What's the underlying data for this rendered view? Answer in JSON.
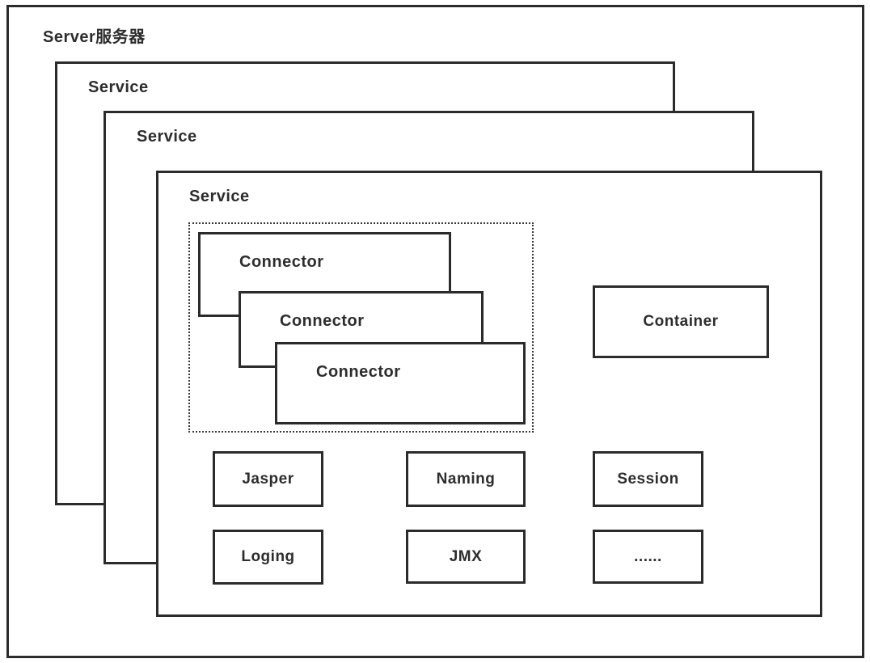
{
  "server": {
    "label": "Server服务器"
  },
  "services": [
    {
      "label": "Service"
    },
    {
      "label": "Service"
    },
    {
      "label": "Service"
    }
  ],
  "connector_group": {
    "connectors": [
      {
        "label": "Connector"
      },
      {
        "label": "Connector"
      },
      {
        "label": "Connector"
      }
    ]
  },
  "container": {
    "label": "Container"
  },
  "components": {
    "row1": [
      {
        "label": "Jasper"
      },
      {
        "label": "Naming"
      },
      {
        "label": "Session"
      }
    ],
    "row2": [
      {
        "label": "Loging"
      },
      {
        "label": "JMX"
      },
      {
        "label": "......"
      }
    ]
  },
  "colors": {
    "border": "#2b2b2b",
    "text": "#2d2d2d",
    "background": "#ffffff"
  }
}
